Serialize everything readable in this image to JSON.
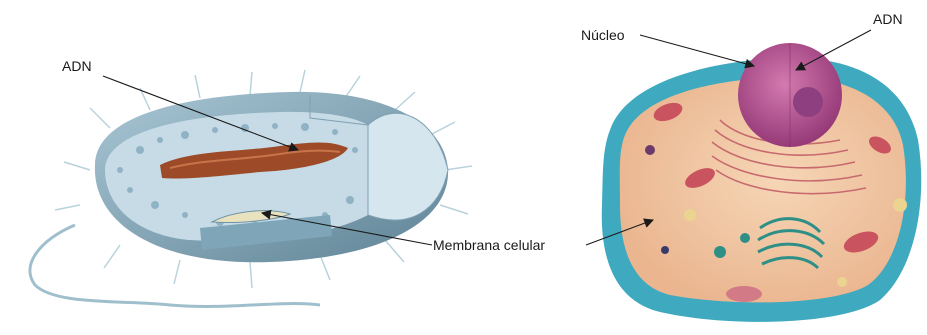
{
  "labels": {
    "prokaryote_dna": "ADN",
    "membrane": "Membrana celular",
    "nucleus": "Núcleo",
    "eukaryote_dna": "ADN"
  },
  "colors": {
    "prokaryote_body": "#8fb3c4",
    "prokaryote_shell": "#6f94a6",
    "prokaryote_dna": "#9c4a28",
    "eukaryote_membrane": "#3fa9bf",
    "cytoplasm": "#f2c9a8",
    "nucleus": "#b2538f",
    "nucleolus": "#8e3f80",
    "mitochondria": "#c9535f",
    "golgi": "#2e8f86",
    "leader_line": "#1a1a1a"
  }
}
